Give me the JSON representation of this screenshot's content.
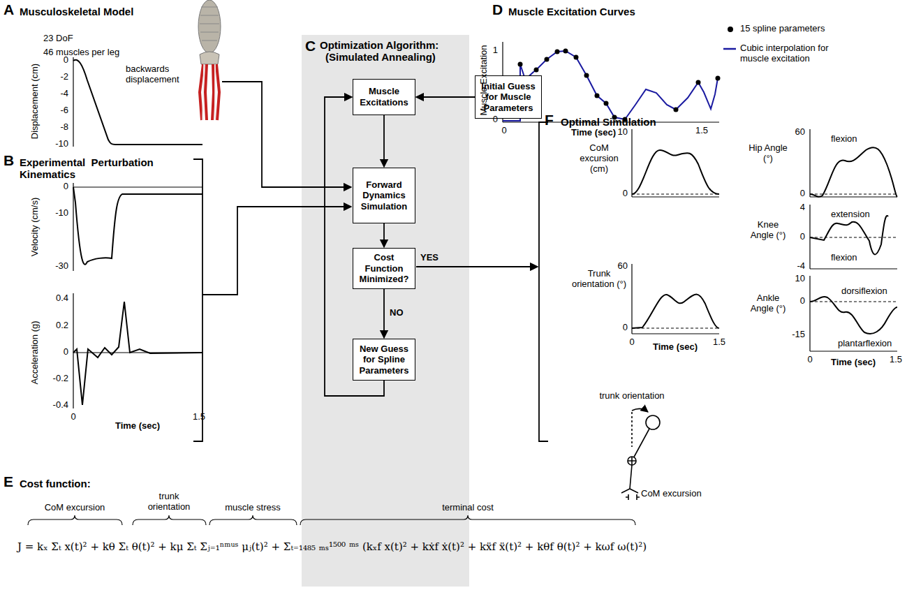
{
  "diagram": {
    "nodes": [
      {
        "text": [
          "Optimization Algorithm:",
          "(Simulated Annealing)"
        ]
      },
      {
        "text": [
          "Muscle Excitations"
        ],
        "in": 0
      },
      {
        "text": [
          "Forward Dynamics Simulation"
        ],
        "in": 0
      },
      {
        "text": [
          "Cost Function Minimized?"
        ],
        "in": 0
      },
      {
        "text": [
          "New Guess for Spline Parameters"
        ],
        "in": 0
      },
      {
        "text": [
          "Initial Guess for Muscle Parameters"
        ]
      }
    ],
    "edges": [
      {
        "from": 1,
        "to": 2,
        "arrow": "to"
      },
      {
        "from": 2,
        "to": 3,
        "arrow": "to"
      },
      {
        "from": 3,
        "to": 4,
        "label": "NO",
        "arrow": "to"
      },
      {
        "from": 4,
        "to": 1,
        "arrow": "to"
      },
      {
        "from": 5,
        "to": 1,
        "arrow": "to"
      }
    ],
    "labels": [
      "A",
      "Musculoskeletal Model",
      "23 DoF",
      "46 muscles per leg",
      "B",
      "Experimental  Perturbation Kinematics",
      "Displacement (cm)",
      "0",
      "-2",
      "-4",
      "-6",
      "-8",
      "-10",
      "backwards displacement",
      "Velocity (cm/s)",
      "0",
      "-10",
      "-30",
      "Acceleration (g)",
      "0.4",
      "0.2",
      "0",
      "-0.2",
      "-0.4",
      "0",
      "Time (sec)",
      "1.5",
      "C",
      "YES",
      "D",
      "Muscle Excitation Curves",
      "Muscle Excitation",
      "1",
      "0",
      "0",
      "Time (sec)",
      "1.5",
      "E",
      "Cost function:",
      "CoM excursion",
      "trunk orientation",
      "muscle stress",
      "terminal cost",
      "J = kₓ Σₜ x(t)² + kθ Σₜ θ(t)² + kμ Σₜ Σⱼ₌₁ⁿᵐᵘˢ μⱼ(t)² + Σₜ₌₁₄₈₅ ₘₛ¹⁵⁰⁰ ᵐˢ (kₓf x(t)² + kẋf ẋ(t)² + kẍf ẍ(t)² + kθf θ(t)² + kωf ω(t)²)",
      "F",
      "Optimal Simulation",
      "CoM excursion (cm)",
      "10",
      "0",
      "Trunk orientation (°)",
      "60",
      "0",
      "0",
      "Time (sec)",
      "1.5",
      "Hip Angle (°)",
      "60",
      "0",
      "flexion",
      "Knee Angle (°)",
      "4",
      "0",
      "-4",
      "extension",
      "flexion",
      "Ankle Angle (°)",
      "10",
      "0",
      "-15",
      "dorsiflexion",
      "plantarflexion",
      "0",
      "Time (sec)",
      "1.5",
      "trunk orientation",
      "CoM excursion"
    ],
    "legend": [
      {
        "text": "15 spline parameters"
      },
      {
        "text": "Cubic interpolation for muscle excitation"
      }
    ]
  }
}
